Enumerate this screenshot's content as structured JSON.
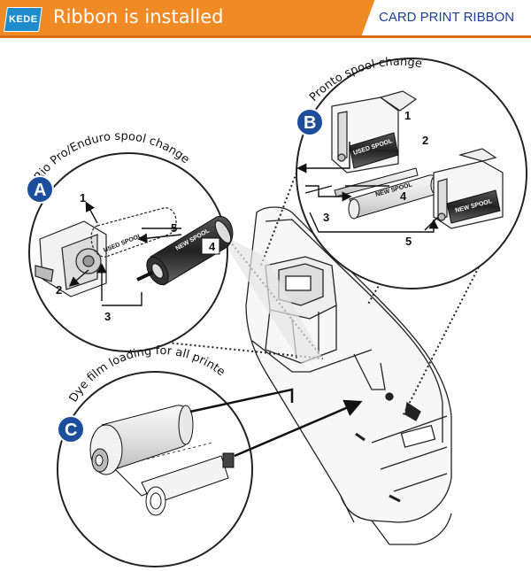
{
  "header": {
    "logo_text": "KEDE",
    "title": "Ribbon is installed",
    "tag": "CARD PRINT RIBBON",
    "colors": {
      "bar": "#f08a24",
      "logo": "#1d8ccd",
      "tag_text": "#1f3f8f"
    }
  },
  "sections": {
    "a": {
      "badge": "A",
      "title": "Rio Pro/Enduro spool change",
      "used_spool": "USED SPOOL",
      "new_spool": "NEW SPOOL",
      "steps": [
        "1",
        "2",
        "3",
        "4",
        "5"
      ]
    },
    "b": {
      "badge": "B",
      "title": "Pronto spool change",
      "used_spool": "USED SPOOL",
      "new_spool": "NEW SPOOL",
      "steps": [
        "1",
        "2",
        "3",
        "4",
        "5"
      ]
    },
    "c": {
      "badge": "C",
      "title": "Dye film loading for all printers"
    }
  },
  "colors": {
    "badge": "#1c4e9c"
  }
}
